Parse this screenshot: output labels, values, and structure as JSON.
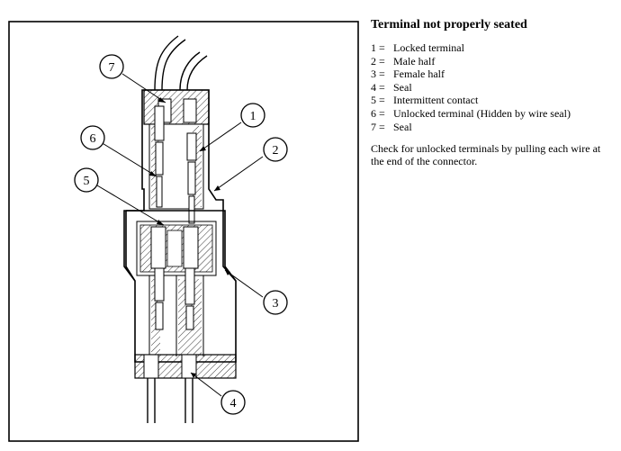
{
  "title": "Terminal not properly seated",
  "legend": [
    {
      "number": "1 =",
      "label": "Locked terminal"
    },
    {
      "number": "2 =",
      "label": "Male half"
    },
    {
      "number": "3 =",
      "label": "Female half"
    },
    {
      "number": "4 =",
      "label": "Seal"
    },
    {
      "number": "5 =",
      "label": "Intermittent contact"
    },
    {
      "number": "6 =",
      "label": "Unlocked terminal (Hidden by wire seal)"
    },
    {
      "number": "7 =",
      "label": "Seal"
    }
  ],
  "note": "Check for unlocked terminals by pulling each wire at the end of the connector.",
  "callouts": [
    "1",
    "2",
    "3",
    "4",
    "5",
    "6",
    "7"
  ]
}
